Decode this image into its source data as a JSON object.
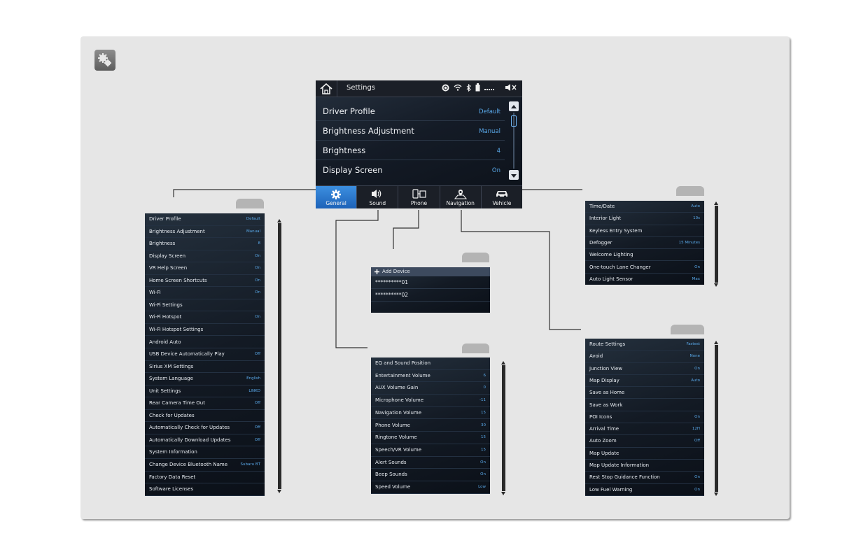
{
  "header": {
    "title": "Settings"
  },
  "main_rows": [
    {
      "label": "Driver Profile",
      "value": "Default"
    },
    {
      "label": "Brightness Adjustment",
      "value": "Manual"
    },
    {
      "label": "Brightness",
      "value": "4"
    },
    {
      "label": "Display Screen",
      "value": "On"
    }
  ],
  "tabs": [
    {
      "label": "General",
      "icon": "gear-icon"
    },
    {
      "label": "Sound",
      "icon": "speaker-icon"
    },
    {
      "label": "Phone",
      "icon": "phone-icon"
    },
    {
      "label": "Navigation",
      "icon": "map-pin-icon"
    },
    {
      "label": "Vehicle",
      "icon": "car-icon"
    }
  ],
  "status_icons": [
    "connected-icon",
    "wifi-icon",
    "bluetooth-icon",
    "battery-icon",
    "signal-icon",
    "mute-icon"
  ],
  "general": [
    {
      "label": "Driver Profile",
      "value": "Default"
    },
    {
      "label": "Brightness Adjustment",
      "value": "Manual"
    },
    {
      "label": "Brightness",
      "value": "8"
    },
    {
      "label": "Display Screen",
      "value": "On"
    },
    {
      "label": "VR Help Screen",
      "value": "On"
    },
    {
      "label": "Home Screen Shortcuts",
      "value": "On"
    },
    {
      "label": "Wi-Fi",
      "value": "On"
    },
    {
      "label": "Wi-Fi Settings",
      "value": ""
    },
    {
      "label": "Wi-Fi Hotspot",
      "value": "On"
    },
    {
      "label": "Wi-Fi Hotspot Settings",
      "value": ""
    },
    {
      "label": "Android Auto",
      "value": ""
    },
    {
      "label": "USB Device Automatically Play",
      "value": "Off"
    },
    {
      "label": "Sirius XM Settings",
      "value": ""
    },
    {
      "label": "System Language",
      "value": "English"
    },
    {
      "label": "Unit Settings",
      "value": "LINKD"
    },
    {
      "label": "Rear Camera Time Out",
      "value": "Off"
    },
    {
      "label": "Check for Updates",
      "value": ""
    },
    {
      "label": "Automatically Check for Updates",
      "value": "Off"
    },
    {
      "label": "Automatically Download Updates",
      "value": "Off"
    },
    {
      "label": "System Information",
      "value": ""
    },
    {
      "label": "Change Device Bluetooth Name",
      "value": "Subaru BT"
    },
    {
      "label": "Factory Data Reset",
      "value": ""
    },
    {
      "label": "Software Licenses",
      "value": ""
    }
  ],
  "phone": {
    "add_label": "Add Device",
    "devices": [
      "**********01",
      "**********02"
    ]
  },
  "sound": [
    {
      "label": "EQ and Sound Position",
      "value": ""
    },
    {
      "label": "Entertainment Volume",
      "value": "6"
    },
    {
      "label": "AUX Volume Gain",
      "value": "0"
    },
    {
      "label": "Microphone Volume",
      "value": "-11"
    },
    {
      "label": "Navigation Volume",
      "value": "15"
    },
    {
      "label": "Phone Volume",
      "value": "30"
    },
    {
      "label": "Ringtone Volume",
      "value": "15"
    },
    {
      "label": "Speech/VR Volume",
      "value": "15"
    },
    {
      "label": "Alert Sounds",
      "value": "On"
    },
    {
      "label": "Beep Sounds",
      "value": "On"
    },
    {
      "label": "Speed Volume",
      "value": "Low"
    }
  ],
  "vehicle": [
    {
      "label": "Time/Date",
      "value": "Auto"
    },
    {
      "label": "Interior Light",
      "value": "10s"
    },
    {
      "label": "Keyless Entry System",
      "value": ""
    },
    {
      "label": "Defogger",
      "value": "15 Minutes"
    },
    {
      "label": "Welcome Lighting",
      "value": ""
    },
    {
      "label": "One-touch Lane Changer",
      "value": "On"
    },
    {
      "label": "Auto Light Sensor",
      "value": "Max"
    }
  ],
  "navigation": [
    {
      "label": "Route Settings",
      "value": "Fastest"
    },
    {
      "label": "Avoid",
      "value": "None"
    },
    {
      "label": "Junction View",
      "value": "On"
    },
    {
      "label": "Map Display",
      "value": "Auto"
    },
    {
      "label": "Save as Home",
      "value": ""
    },
    {
      "label": "Save as Work",
      "value": ""
    },
    {
      "label": "POI Icons",
      "value": "On"
    },
    {
      "label": "Arrival Time",
      "value": "12H"
    },
    {
      "label": "Auto Zoom",
      "value": "Off"
    },
    {
      "label": "Map Update",
      "value": ""
    },
    {
      "label": "Map Update Information",
      "value": ""
    },
    {
      "label": "Rest Stop Guidance Function",
      "value": "On"
    },
    {
      "label": "Low Fuel Warning",
      "value": "On"
    }
  ],
  "colors": {
    "accent": "#5aa9ea",
    "active_tab": "#2a78cf",
    "panel": "#e6e6e6"
  }
}
